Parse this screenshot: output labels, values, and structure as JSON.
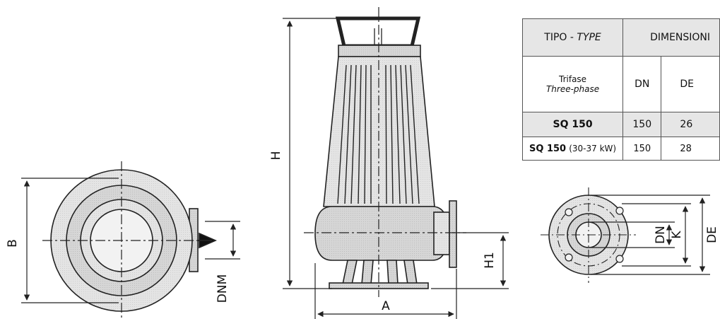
{
  "diagram": {
    "dimension_labels": {
      "b": "B",
      "dnm": "DNM",
      "h": "H",
      "h1": "H1",
      "a": "A",
      "dn": "DN",
      "k": "K",
      "de": "DE"
    }
  },
  "table": {
    "header_type_main": "TIPO - ",
    "header_type_italic": "TYPE",
    "header_dimensions": "DIMENSIONI",
    "sub_trifase": "Trifase",
    "sub_three_phase": "Three-phase",
    "col_dn": "DN",
    "col_de": "DE",
    "rows": [
      {
        "model": "SQ 150",
        "model_note": "",
        "dn": "150",
        "de": "26"
      },
      {
        "model": "SQ 150",
        "model_note": "(30-37 kW)",
        "dn": "150",
        "de": "28"
      }
    ]
  },
  "colors": {
    "line": "#222222",
    "fill_light": "#e3e3e3",
    "fill_mid": "#d2d2d2",
    "table_header_bg": "#e6e6e6"
  }
}
